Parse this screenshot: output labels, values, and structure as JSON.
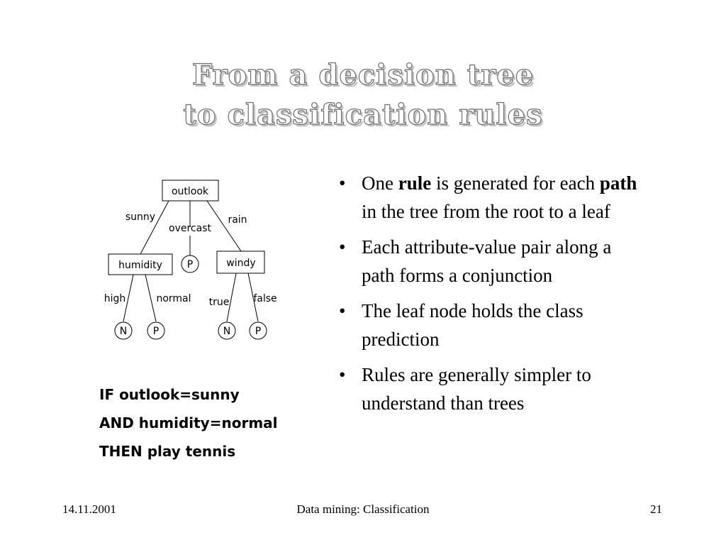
{
  "slide": {
    "title_line1": "From a decision tree",
    "title_line2": "to classification rules"
  },
  "tree": {
    "root": "outlook",
    "root_edges": [
      "sunny",
      "overcast",
      "rain"
    ],
    "humidity": "humidity",
    "humidity_edges": [
      "high",
      "normal"
    ],
    "windy": "windy",
    "windy_edges": [
      "true",
      "false"
    ],
    "leaf_overcast": "P",
    "leaf_high": "N",
    "leaf_normal": "P",
    "leaf_true": "N",
    "leaf_false": "P"
  },
  "rule_example": {
    "line1": "IF outlook=sunny",
    "line2": "AND humidity=normal",
    "line3": "THEN play tennis"
  },
  "bullets": [
    {
      "marker": "•",
      "text_a": "One ",
      "bold_a": "rule",
      "text_b": " is generated for each ",
      "bold_b": "path",
      "text_c": " in the tree from the root to a leaf"
    },
    {
      "marker": "•",
      "text": "Each attribute-value pair along a path forms a conjunction"
    },
    {
      "marker": "•",
      "text": "The leaf node holds the class prediction"
    },
    {
      "marker": "•",
      "text": "Rules are generally simpler to understand than trees"
    }
  ],
  "footer": {
    "date": "14.11.2001",
    "topic": "Data mining: Classification",
    "page": "21"
  }
}
